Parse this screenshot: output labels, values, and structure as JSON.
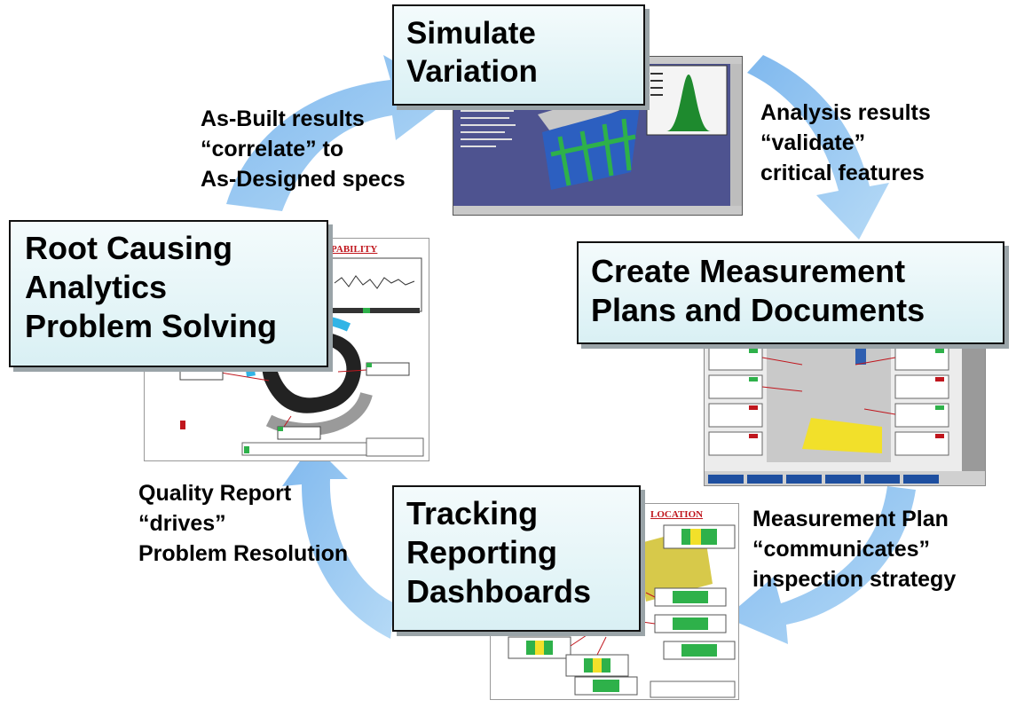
{
  "stages": {
    "simulate": [
      "Simulate",
      "Variation"
    ],
    "create": [
      "Create Measurement",
      "Plans and Documents"
    ],
    "root": [
      "Root Causing",
      "Analytics",
      "Problem Solving"
    ],
    "tracking": [
      "Tracking",
      "Reporting",
      "Dashboards"
    ]
  },
  "notes": {
    "as_built": [
      "As-Built results",
      "“correlate” to",
      "As-Designed specs"
    ],
    "analysis": [
      "Analysis results",
      "“validate”",
      "critical features"
    ],
    "measurement": [
      "Measurement Plan",
      "“communicates”",
      "inspection strategy"
    ],
    "quality": [
      "Quality Report",
      "“drives”",
      "Problem Resolution"
    ]
  },
  "thumbnails": {
    "capability_title": "PABILITY",
    "location_title": "LOCATION"
  },
  "colors": {
    "arrow": "#99c9f2",
    "box_fill": "#dff2f6",
    "box_border": "#111111",
    "report_title": "#c0161d"
  }
}
